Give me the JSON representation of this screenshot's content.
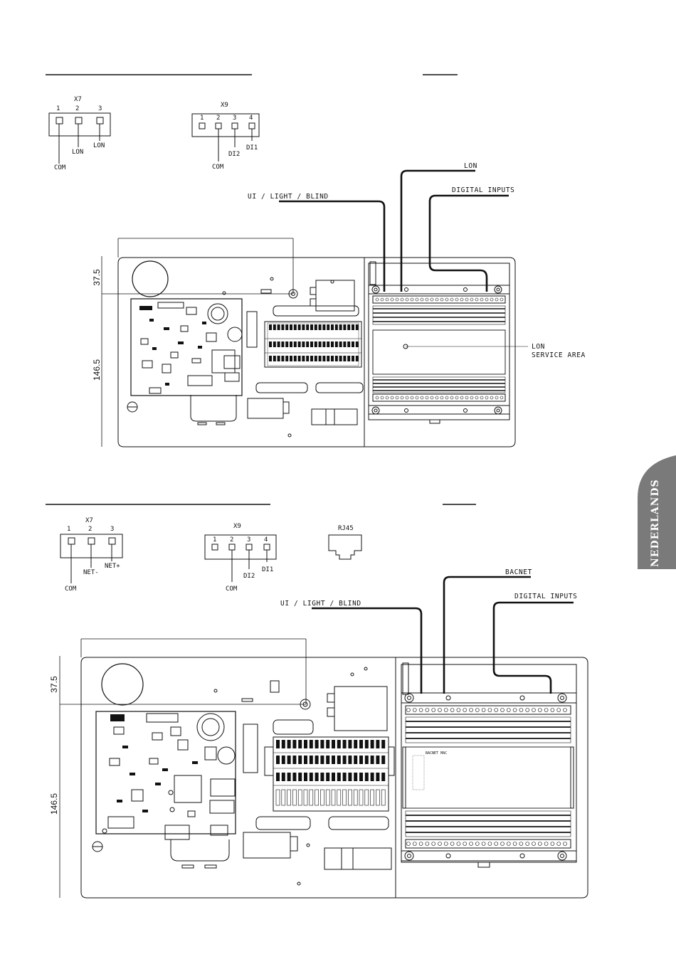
{
  "tab": {
    "label": "NEDERLANDS"
  },
  "lon_section": {
    "connector_x7": {
      "name": "X7",
      "pins": [
        "1",
        "2",
        "3"
      ],
      "labels": [
        "COM",
        "LON",
        "LON"
      ]
    },
    "connector_x9": {
      "name": "X9",
      "pins": [
        "1",
        "2",
        "3",
        "4"
      ],
      "labels": [
        "COM",
        "DI2",
        "DI1"
      ]
    },
    "callouts": {
      "lon": "LON",
      "digital_inputs": "DIGITAL INPUTS",
      "ui": "UI / LIGHT / BLIND",
      "service_1": "LON",
      "service_2": "SERVICE AREA"
    },
    "dimensions": {
      "top": "37.5",
      "bottom": "146.5"
    }
  },
  "bacnet_section": {
    "connector_x7": {
      "name": "X7",
      "pins": [
        "1",
        "2",
        "3"
      ],
      "labels": [
        "COM",
        "NET-",
        "NET+"
      ]
    },
    "connector_x9": {
      "name": "X9",
      "pins": [
        "1",
        "2",
        "3",
        "4"
      ],
      "labels": [
        "COM",
        "DI2",
        "DI1"
      ]
    },
    "rj45": "RJ45",
    "callouts": {
      "bacnet": "BACNET",
      "digital_inputs": "DIGITAL INPUTS",
      "ui": "UI / LIGHT / BLIND",
      "module_label": "BACNET MAC"
    },
    "dimensions": {
      "top": "37.5",
      "bottom": "146.5"
    }
  }
}
